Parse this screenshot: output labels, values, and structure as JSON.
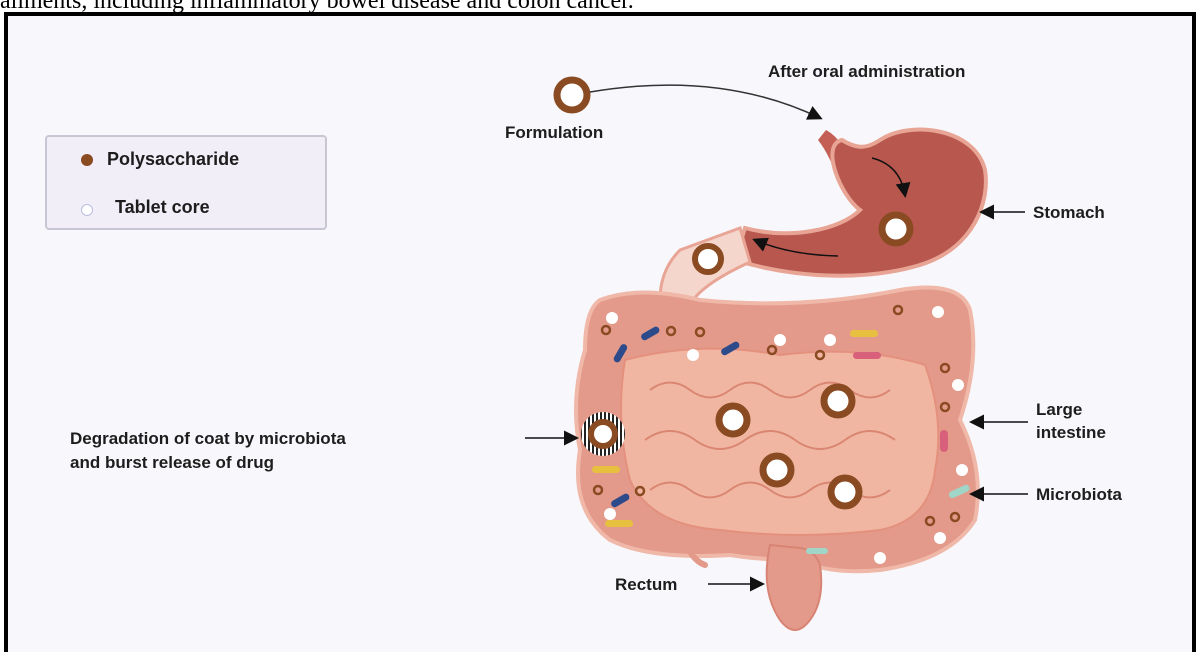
{
  "top_text": "ailments, including inflammatory bowel disease and colon cancer.",
  "legend": {
    "items": [
      {
        "label": "Polysaccharide",
        "color": "#8a4a22"
      },
      {
        "label": "Tablet core",
        "color": "#ffffff"
      }
    ]
  },
  "labels": {
    "formulation": "Formulation",
    "after_oral": "After oral administration",
    "stomach": "Stomach",
    "large_intestine_1": "Large",
    "large_intestine_2": "intestine",
    "microbiota": "Microbiota",
    "rectum": "Rectum",
    "degradation_1": "Degradation of coat by microbiota",
    "degradation_2": "and burst release of drug"
  },
  "colors": {
    "coat": "#8a4a22",
    "stomach": "#b8574e",
    "intestine": "#eeaa98",
    "colon": "#e49a8a"
  }
}
